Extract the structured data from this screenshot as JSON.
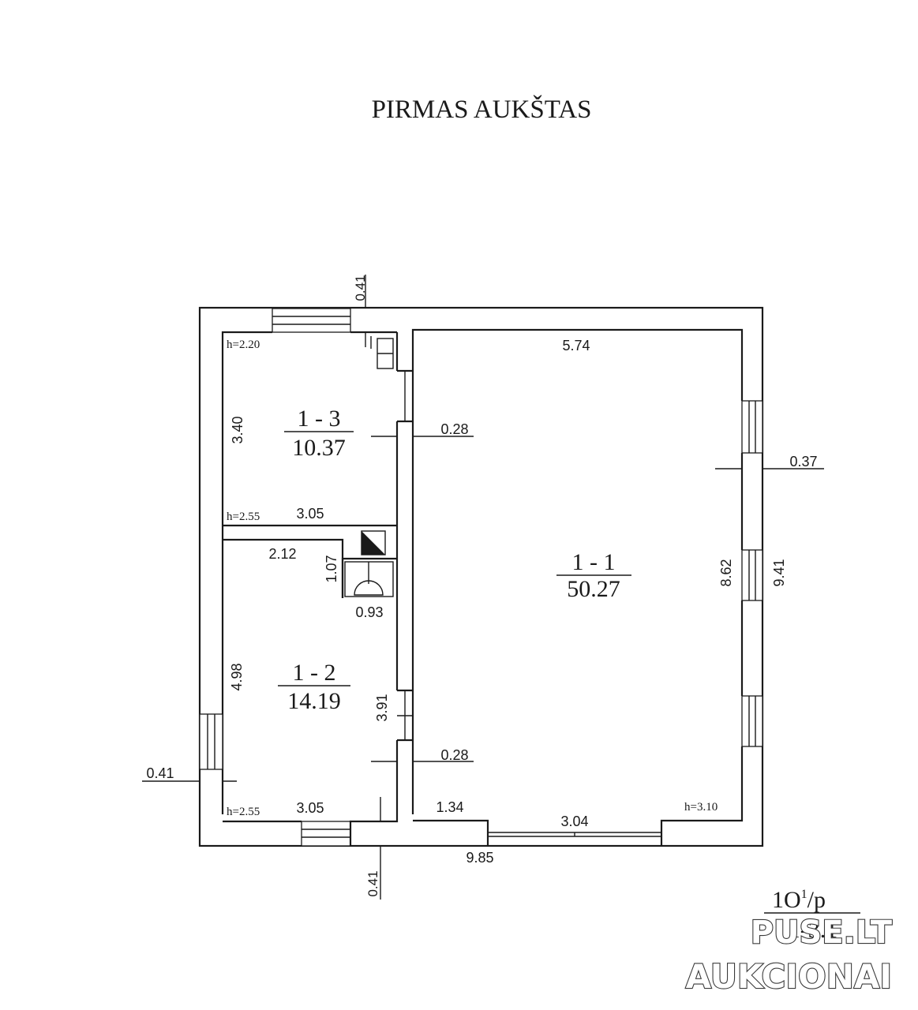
{
  "title": "PIRMAS AUKŠTAS",
  "rooms": [
    {
      "id": "1 - 1",
      "area": "50.27"
    },
    {
      "id": "1 - 2",
      "area": "14.19"
    },
    {
      "id": "1 - 3",
      "area": "10.37"
    }
  ],
  "dimensions": {
    "top_wall": "0.41",
    "room11_width": "5.74",
    "partition_upper": "0.28",
    "right_wall": "0.37",
    "room11_length": "8.62",
    "overall_length": "9.41",
    "room13_length": "3.40",
    "room13_width": "3.05",
    "room13_h_top": "h=2.20",
    "room13_h_bottom": "h=2.55",
    "closet_width": "2.12",
    "closet_depth": "1.07",
    "closet_small": "0.93",
    "room12_length": "4.98",
    "room12_side": "3.91",
    "partition_lower": "0.28",
    "left_wall": "0.41",
    "room12_h": "h=2.55",
    "room12_width": "3.05",
    "door_segment": "1.34",
    "window_segment": "3.04",
    "room11_h": "h=3.10",
    "overall_width": "9.85",
    "bottom_wall": "0.41"
  },
  "code": {
    "top": "1O",
    "sup": "1",
    "suffix": "/p",
    "bottom": "1-3.1"
  },
  "watermark": {
    "line1": "PUSE.LT",
    "line2": "AUKCIONAI"
  }
}
